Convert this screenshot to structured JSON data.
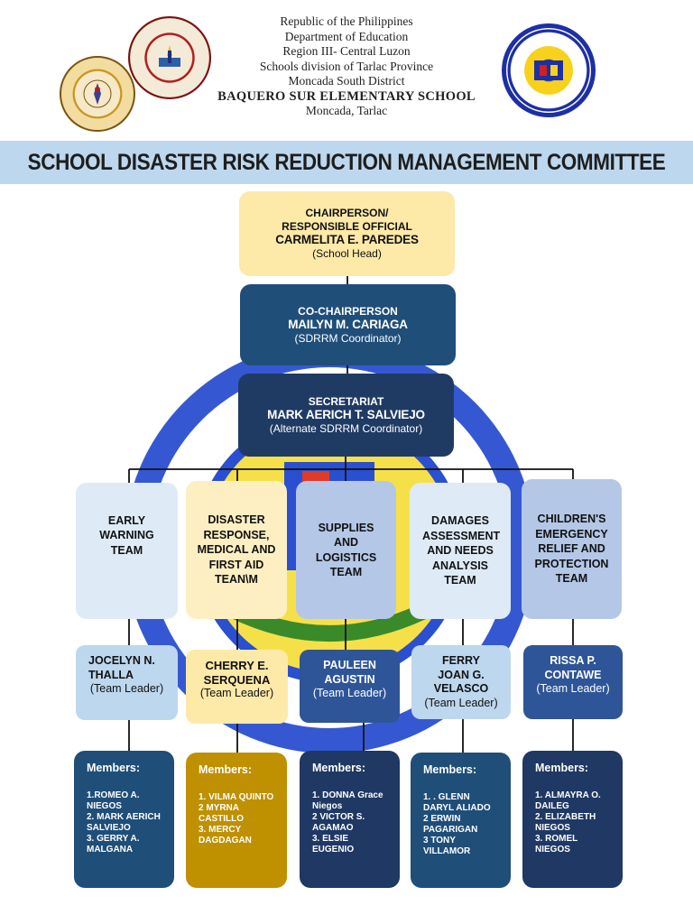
{
  "header": {
    "lines": [
      "Republic of the Philippines",
      "Department of Education",
      "Region III- Central Luzon",
      "Schools division of Tarlac Province",
      "Moncada South District"
    ],
    "school_name": "BAQUERO SUR  ELEMENTARY SCHOOL",
    "location": "Moncada, Tarlac"
  },
  "title": "SCHOOL DISASTER RISK REDUCTION MANAGEMENT COMMITTEE",
  "chair": {
    "role": "CHAIRPERSON/ RESPONSIBLE OFFICIAL",
    "name": "CARMELITA E. PAREDES",
    "sub": "(School Head)"
  },
  "co_chair": {
    "role": "CO-CHAIRPERSON",
    "name": "MAILYN M. CARIAGA",
    "sub": "(SDRRM Coordinator)"
  },
  "secretariat": {
    "role": "SECRETARIAT",
    "name": "MARK AERICH T. SALVIEJO",
    "sub": "(Alternate SDRRM Coordinator)"
  },
  "teams": [
    {
      "name": "EARLY WARNING TEAM",
      "leader": "JOCELYN N. THALLA",
      "leader_role": "(Team Leader)",
      "members_label": "Members:",
      "members": "1.ROMEO A. NIEGOS\n2. MARK AERICH SALVIEJO\n3. GERRY A. MALGANA",
      "team_color": "#deebf7",
      "leader_color": "#bdd7ee",
      "member_color": "#1f4e79"
    },
    {
      "name": "DISASTER RESPONSE, MEDICAL AND FIRST AID TEAN\\M",
      "leader": "CHERRY E. SERQUENA",
      "leader_role": "(Team Leader)",
      "members_label": "Members:",
      "members": "1. VILMA QUINTO\n2 MYRNA CASTILLO\n3.  MERCY DAGDAGAN",
      "team_color": "#fdefc2",
      "leader_color": "#fde9a8",
      "member_color": "#bf9000"
    },
    {
      "name": "SUPPLIES AND LOGISTICS TEAM",
      "leader": "PAULEEN AGUSTIN",
      "leader_role": "(Team Leader)",
      "members_label": "Members:",
      "members": "1. DONNA Grace Niegos\n2 VICTOR S. AGAMAO\n3. ELSIE EUGENIO",
      "team_color": "#b4c7e7",
      "leader_color": "#2e5597",
      "member_color": "#1f3864"
    },
    {
      "name": "DAMAGES ASSESSMENT AND  NEEDS ANALYSIS TEAM",
      "leader": "FERRY JOAN G. VELASCO",
      "leader_role": "(Team Leader)",
      "members_label": "Members:",
      "members": "1. . GLENN DARYL ALIADO\n2 ERWIN PAGARIGAN\n3 TONY VILLAMOR",
      "team_color": "#deebf7",
      "leader_color": "#bdd7ee",
      "member_color": "#1f4e79"
    },
    {
      "name": "CHILDREN'S EMERGENCY RELIEF AND PROTECTION TEAM",
      "leader": "RISSA P. CONTAWE",
      "leader_role": "(Team Leader)",
      "members_label": "Members:",
      "members": "1. ALMAYRA O. DAILEG\n2. ELIZABETH NIEGOS\n3. ROMEL NIEGOS",
      "team_color": "#b4c7e7",
      "leader_color": "#2e5597",
      "member_color": "#1f3864"
    }
  ]
}
